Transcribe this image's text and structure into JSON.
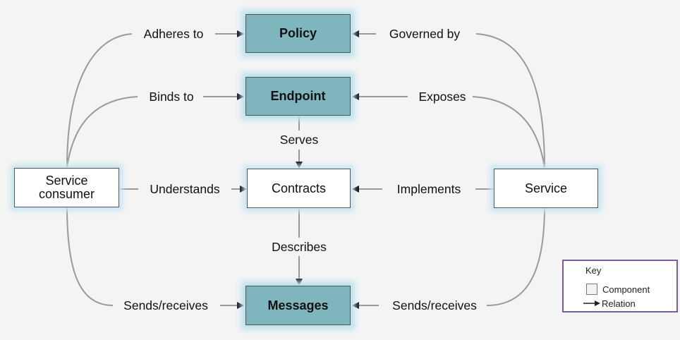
{
  "nodes": {
    "policy": "Policy",
    "endpoint": "Endpoint",
    "contracts": "Contracts",
    "messages": "Messages",
    "consumer_line1": "Service",
    "consumer_line2": "consumer",
    "service": "Service"
  },
  "relations": {
    "adheres_to": "Adheres to",
    "governed_by": "Governed by",
    "binds_to": "Binds to",
    "exposes": "Exposes",
    "serves": "Serves",
    "understands": "Understands",
    "implements": "Implements",
    "describes": "Describes",
    "sends_left": "Sends/receives",
    "sends_right": "Sends/receives"
  },
  "key": {
    "title": "Key",
    "component": "Component",
    "relation": "Relation"
  },
  "colors": {
    "teal_fill": "#7fb6bd",
    "glow": "#c7e6f1",
    "connector": "#999999",
    "key_border": "#7b5d9a"
  }
}
